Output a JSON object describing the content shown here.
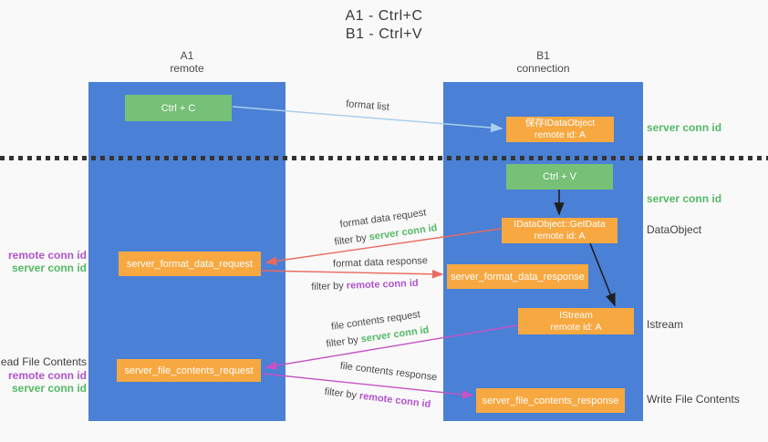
{
  "title": {
    "line1": "A1 - Ctrl+C",
    "line2": "B1 - Ctrl+V"
  },
  "lifelines": {
    "left": {
      "name": "A1",
      "role": "remote"
    },
    "right": {
      "name": "B1",
      "role": "connection"
    }
  },
  "boxes": {
    "ctrl_c": {
      "label": "Ctrl + C"
    },
    "save_idataobject": {
      "line1": "保存IDataObject",
      "line2": "remote id: A"
    },
    "ctrl_v": {
      "label": "Ctrl + V"
    },
    "getdata": {
      "line1": "IDataObject::GetData",
      "line2": "remote id: A"
    },
    "format_request": {
      "label": "server_format_data_request"
    },
    "format_response": {
      "label": "server_format_data_response"
    },
    "istream": {
      "line1": "IStream",
      "line2": "remote id: A"
    },
    "file_request": {
      "label": "server_file_contents_request"
    },
    "file_response": {
      "label": "server_file_contents_response"
    }
  },
  "arrow_labels": {
    "format_list": "format list",
    "format_data_request": "format data request",
    "format_data_response": "format data response",
    "file_contents_request": "file contents request",
    "file_contents_response": "file contents response",
    "filter_by": "filter by",
    "server_conn_id": "server conn id",
    "remote_conn_id": "remote conn id"
  },
  "side_labels": {
    "server_conn_id_top": "server conn id",
    "server_conn_id_mid": "server conn id",
    "dataobject": "DataObject",
    "istream": "Istream",
    "write_file_contents": "Write File Contents",
    "read_file_contents": "Read File Contents",
    "remote_conn_id": "remote conn id",
    "server_conn_id": "server conn id"
  },
  "colors": {
    "lifeline_blue": "#4a80d6",
    "box_green": "#76c078",
    "box_orange": "#f7a841",
    "arrow_red": "#e96a5f",
    "arrow_magenta": "#c653c5",
    "arrow_light_blue": "#a9cfee",
    "arrow_black": "#1f1f1f",
    "text_green": "#53b966",
    "text_purple": "#b054cc",
    "text_dark": "#3f3f3f"
  }
}
